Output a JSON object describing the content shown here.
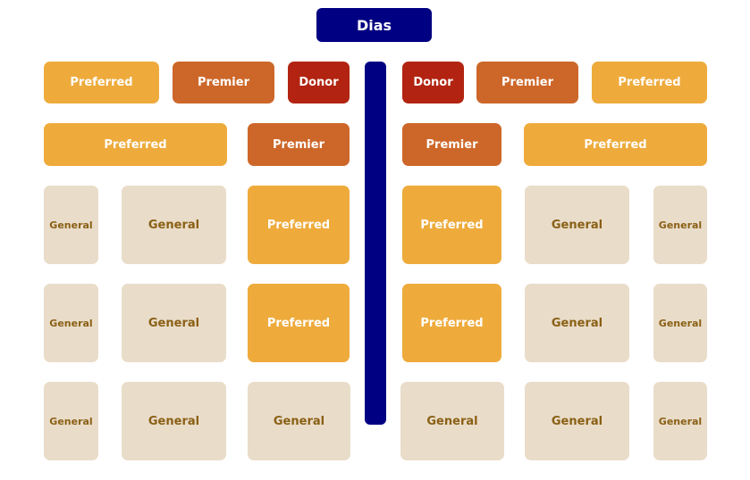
{
  "stage": {
    "label": "Dias"
  },
  "tiers": {
    "preferred": "Preferred",
    "premier": "Premier",
    "donor": "Donor",
    "general": "General"
  },
  "colors": {
    "dias": "#000082",
    "aisle": "#000082",
    "preferred": "#eeab3c",
    "premier": "#cd6729",
    "donor": "#b22411",
    "general": "#e9dcc9",
    "general_text": "#8a6015"
  }
}
